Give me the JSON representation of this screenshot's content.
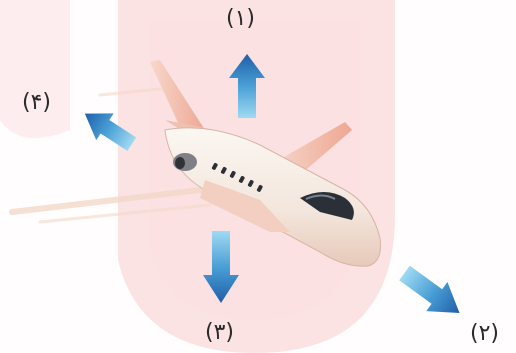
{
  "labels": {
    "arrow_1": "(۱)",
    "arrow_2": "(۲)",
    "arrow_3": "(۳)",
    "arrow_4": "(۴)"
  },
  "colors": {
    "watermark": "#f6c6c9",
    "arrow_light": "#8fd0ee",
    "arrow_dark": "#1f5ea8",
    "fuselage": "#f7f1ea",
    "wing": "#f2b3a0",
    "cockpit_window": "#2b3038"
  },
  "icons": {
    "plane": "jet-airplane",
    "arrows": "force-arrow"
  }
}
